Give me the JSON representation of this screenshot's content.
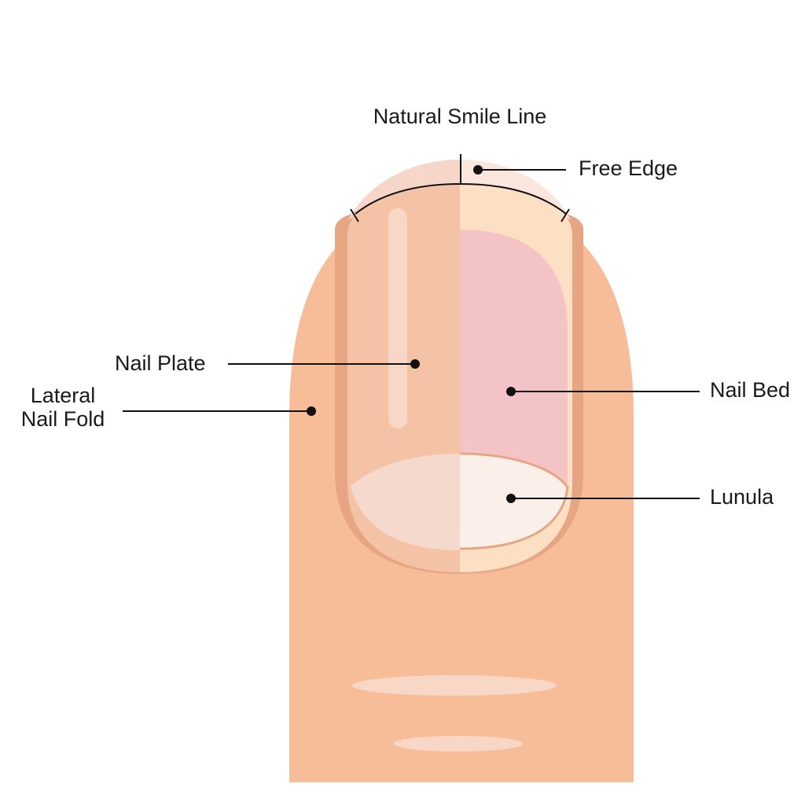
{
  "diagram": {
    "labels": {
      "smile_line": "Natural Smile Line",
      "free_edge": "Free Edge",
      "nail_plate": "Nail Plate",
      "lateral_fold_line1": "Lateral",
      "lateral_fold_line2": "Nail Fold",
      "nail_bed": "Nail Bed",
      "lunula": "Lunula"
    },
    "colors": {
      "skin": "#f7bd98",
      "nail_fold_shadow": "#e6a683",
      "nail_plate": "#f4c3a6",
      "free_edge_left": "#f5d6c8",
      "free_edge_right": "#fae6dc",
      "nail_bed_rim": "#fde0c3",
      "nail_bed": "#f4c3c5",
      "lunula_left": "#f6d9cd",
      "lunula_right": "#fbefea",
      "highlight": "#f8d7c6",
      "line": "#111111"
    }
  }
}
